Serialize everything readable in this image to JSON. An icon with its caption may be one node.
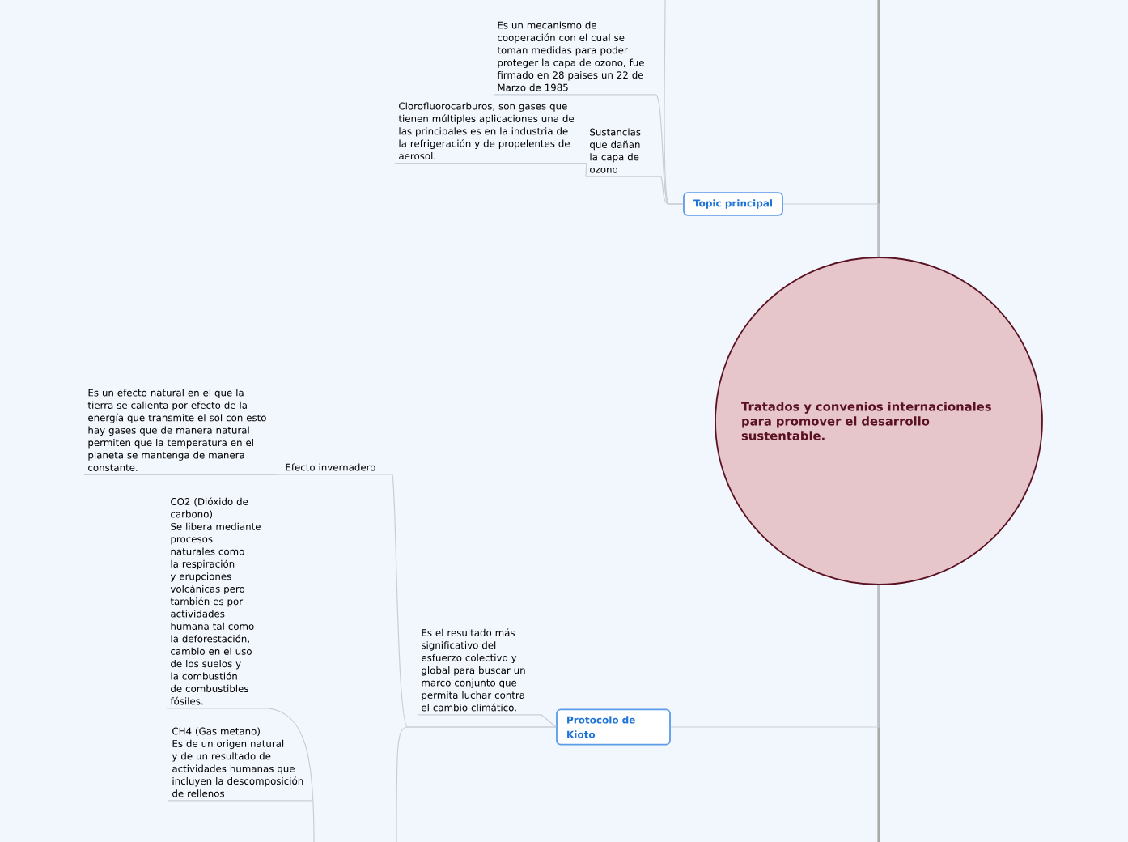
{
  "diagram": {
    "nodes": [
      {
        "text": [
          "Tratados y convenios internacionales para promover el desarrollo sustentable."
        ]
      },
      {
        "text": [
          "Topic principal"
        ]
      },
      {
        "text": [
          "Es un mecanismo de cooperación con el cual se toman medidas para poder proteger la capa de ozono, fue firmado en 28 paises un 22 de Marzo de 1985"
        ]
      },
      {
        "text": [
          "Sustancias que dañan la capa de ozono"
        ]
      },
      {
        "text": [
          "Clorofluorocarburos, son gases que tienen múltiples aplicaciones una de las principales es en la industria de la refrigeración y de propelentes de aerosol."
        ]
      },
      {
        "text": [
          "Protocolo de Kioto"
        ]
      },
      {
        "text": [
          "Es el resultado más significativo del esfuerzo colectivo y global para buscar un marco conjunto que permita luchar contra el cambio climático."
        ]
      },
      {
        "text": [
          "Efecto invernadero"
        ]
      },
      {
        "text": [
          "Es un efecto natural en el que la tierra se calienta por efecto de la energía que transmite el sol con esto hay gases que de manera natural permiten que la temperatura en el planeta se mantenga de manera constante."
        ]
      },
      {
        "text": [
          "CO2 (Dióxido de carbono)",
          "Se libera mediante procesos naturales como la respiración y erupciones volcánicas pero también es por actividades humana tal como la deforestación, cambio en el uso de los suelos y la combustión de combustibles fósiles."
        ]
      },
      {
        "text": [
          "CH4 (Gas metano)",
          "Es de un origen natural y de un resultado de actividades humanas que incluyen la descomposición de rellenos"
        ]
      }
    ],
    "edges": [
      {
        "from": 0,
        "to": 1,
        "arrow": "none"
      },
      {
        "from": 0,
        "to": 5,
        "arrow": "none"
      },
      {
        "from": 1,
        "to": 2,
        "arrow": "none"
      },
      {
        "from": 1,
        "to": 3,
        "arrow": "none"
      },
      {
        "from": 3,
        "to": 4,
        "arrow": "none"
      },
      {
        "from": 1,
        "to": null,
        "arrow": "none"
      },
      {
        "from": 5,
        "to": 6,
        "arrow": "none"
      },
      {
        "from": 5,
        "to": 7,
        "arrow": "none"
      },
      {
        "from": 7,
        "to": 8,
        "arrow": "none"
      },
      {
        "from": 5,
        "to": null,
        "arrow": "none"
      },
      {
        "from": null,
        "to": 9,
        "arrow": "none"
      }
    ]
  }
}
